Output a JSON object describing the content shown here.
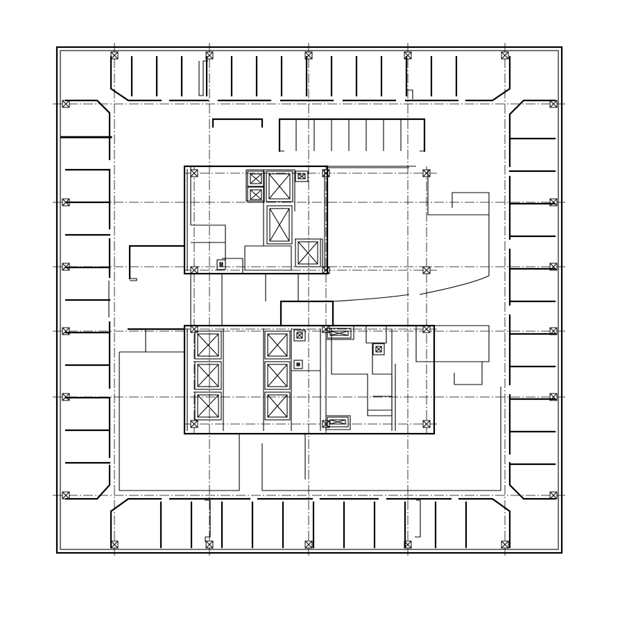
{
  "drawing": {
    "kind": "floor-plan",
    "line_color": "#000000",
    "background_color": "#ffffff"
  },
  "office_rooms": {
    "north_count": 14,
    "south_count": 12,
    "west_count": 11,
    "east_count": 11
  },
  "core": {
    "upper_elevators": 4,
    "lower_left_elevators": 3,
    "lower_mid_elevators": 3
  }
}
